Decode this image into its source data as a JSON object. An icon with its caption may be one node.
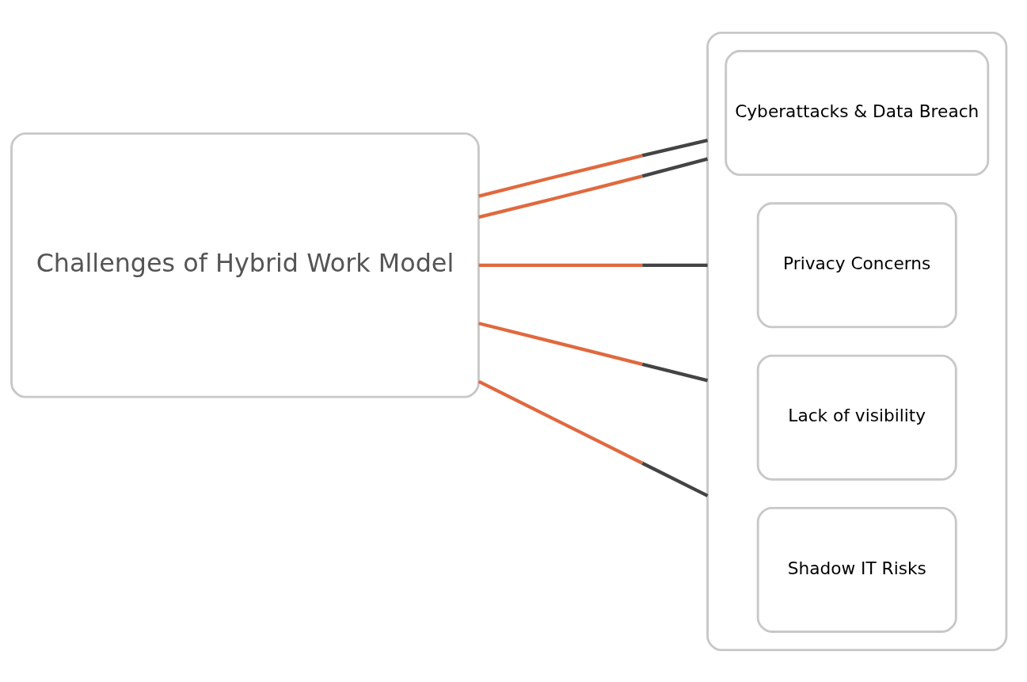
{
  "diagram": {
    "nodes": [
      {
        "text": [
          "Challenges of Hybrid Work Model"
        ]
      },
      {
        "text": [],
        "shape": "box"
      },
      {
        "text": [
          "Cyberattacks & Data Breach"
        ],
        "in": 1
      },
      {
        "text": [
          "Privacy Concerns"
        ],
        "in": 1
      },
      {
        "text": [
          "Lack of visibility"
        ],
        "in": 1
      },
      {
        "text": [
          "Shadow IT Risks"
        ],
        "in": 1
      }
    ],
    "edges": [
      {
        "from": 0,
        "to": 1,
        "arrow": "none"
      },
      {
        "from": 0,
        "to": 1,
        "arrow": "none"
      },
      {
        "from": 0,
        "to": 1,
        "arrow": "none"
      },
      {
        "from": 0,
        "to": 1,
        "arrow": "none"
      },
      {
        "from": 0,
        "to": 1,
        "arrow": "none"
      }
    ]
  }
}
